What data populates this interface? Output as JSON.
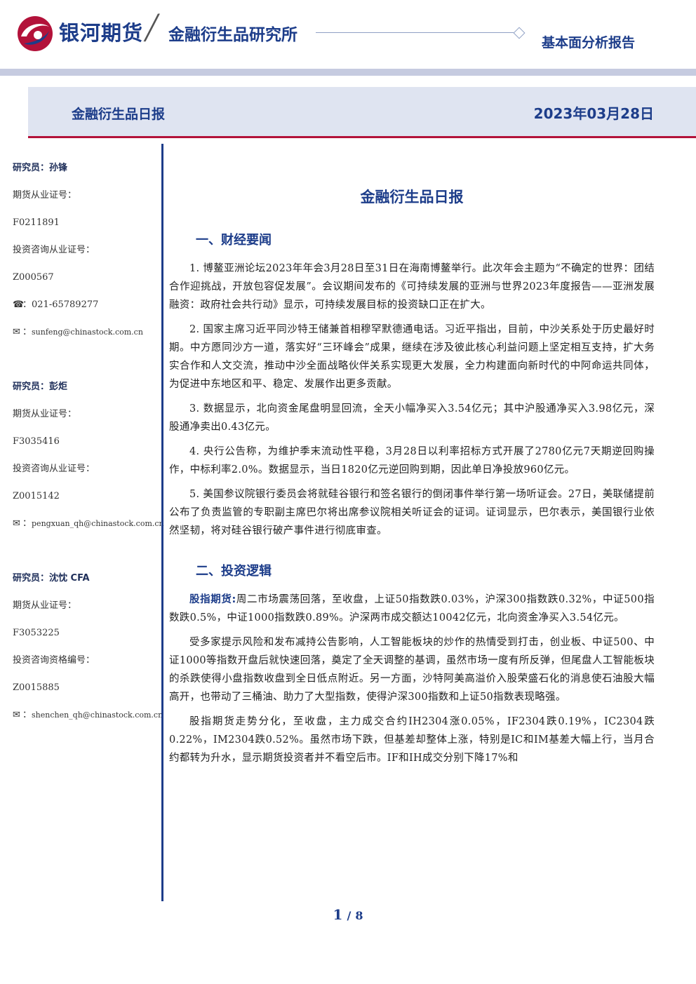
{
  "header": {
    "company": "银河期货",
    "institute": "金融衍生品研究所",
    "report_type": "基本面分析报告"
  },
  "title_bar": {
    "left_title": "金融衍生品日报",
    "date": "2023年03月28日"
  },
  "sidebar": {
    "researchers": [
      {
        "name": "研究员：孙锋",
        "label1": "期货从业证号：",
        "value1": "F0211891",
        "label2": "投资咨询从业证号：",
        "value2": "Z000567",
        "phone": "021-65789277",
        "email": "sunfeng@chinastock.com.cn"
      },
      {
        "name": "研究员：彭炬",
        "label1": "期货从业证号：",
        "value1": "F3035416",
        "label2": "投资咨询从业证号：",
        "value2": "Z0015142",
        "email": "pengxuan_qh@chinastock.com.cn"
      },
      {
        "name": "研究员：沈忱  CFA",
        "label1": "期货从业证号：",
        "value1": "F3053225",
        "label2": "投资咨询资格编号：",
        "value2": "Z0015885",
        "email": "shenchen_qh@chinastock.com.cn"
      }
    ],
    "phone_icon": "phone-icon",
    "mail_icon": "mail-icon"
  },
  "main": {
    "title": "金融衍生品日报",
    "section1_heading": "一、财经要闻",
    "news": [
      "1. 博鳌亚洲论坛2023年年会3月28日至31日在海南博鳌举行。此次年会主题为“不确定的世界：团结合作迎挑战，开放包容促发展”。会议期间发布的《可持续发展的亚洲与世界2023年度报告——亚洲发展融资：政府社会共行动》显示，可持续发展目标的投资缺口正在扩大。",
      "2. 国家主席习近平同沙特王储兼首相穆罕默德通电话。习近平指出，目前，中沙关系处于历史最好时期。中方愿同沙方一道，落实好“三环峰会”成果，继续在涉及彼此核心利益问题上坚定相互支持，扩大务实合作和人文交流，推动中沙全面战略伙伴关系实现更大发展，全力构建面向新时代的中阿命运共同体，为促进中东地区和平、稳定、发展作出更多贡献。",
      "3. 数据显示，北向资金尾盘明显回流，全天小幅净买入3.54亿元；其中沪股通净买入3.98亿元，深股通净卖出0.43亿元。",
      "4. 央行公告称，为维护季末流动性平稳，3月28日以利率招标方式开展了2780亿元7天期逆回购操作，中标利率2.0%。数据显示，当日1820亿元逆回购到期，因此单日净投放960亿元。",
      "5. 美国参议院银行委员会将就硅谷银行和签名银行的倒闭事件举行第一场听证会。27日，美联储提前公布了负责监管的专职副主席巴尔将出席参议院相关听证会的证词。证词显示，巴尔表示，美国银行业依然坚韧，将对硅谷银行破产事件进行彻底审查。"
    ],
    "section2_heading": "二、投资逻辑",
    "logic_lead": "股指期货:",
    "logic_p1": "周二市场震荡回落，至收盘，上证50指数跌0.03%，沪深300指数跌0.32%，中证500指数跌0.5%，中证1000指数跌0.89%。沪深两市成交额达10042亿元，北向资金净买入3.54亿元。",
    "logic_p2": "受多家提示风险和发布减持公告影响，人工智能板块的炒作的热情受到打击，创业板、中证500、中证1000等指数开盘后就快速回落，奠定了全天调整的基调，虽然市场一度有所反弹，但尾盘人工智能板块的杀跌使得小盘指数收盘到全日低点附近。另一方面，沙特阿美高溢价入股荣盛石化的消息使石油股大幅高开，也带动了三桶油、助力了大型指数，使得沪深300指数和上证50指数表现略强。",
    "logic_p3": "股指期货走势分化，至收盘，主力成交合约IH2304涨0.05%，IF2304跌0.19%，IC2304跌0.22%，IM2304跌0.52%。虽然市场下跌，但基差却整体上涨，特别是IC和IM基差大幅上行，当月合约都转为升水，显示期货投资者并不看空后市。IF和IH成交分别下降17%和"
  },
  "footer": {
    "page": "1",
    "separator": "/",
    "total": "8"
  },
  "colors": {
    "brand_blue": "#1d3d8a",
    "accent_red": "#b3123a",
    "title_bar_bg": "#dfe4f1"
  }
}
